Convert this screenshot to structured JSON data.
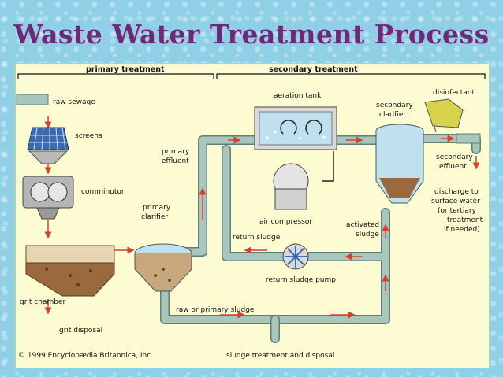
{
  "title": "Waste Water Treatment Process",
  "headers": {
    "primary": "primary treatment",
    "secondary": "secondary treatment"
  },
  "labels": {
    "raw_sewage": "raw sewage",
    "screens": "screens",
    "comminutor": "comminutor",
    "grit_chamber": "grit chamber",
    "grit_disposal": "grit disposal",
    "primary_clarifier_1": "primary",
    "primary_clarifier_2": "clarifier",
    "primary_effluent_1": "primary",
    "primary_effluent_2": "effluent",
    "aeration_tank": "aeration tank",
    "air_compressor": "air compressor",
    "return_sludge": "return sludge",
    "return_sludge_pump": "return sludge pump",
    "raw_primary_sludge": "raw or primary sludge",
    "sludge_treatment": "sludge treatment and disposal",
    "secondary_clarifier_1": "secondary",
    "secondary_clarifier_2": "clarifier",
    "disinfectant": "disinfectant",
    "secondary_effluent_1": "secondary",
    "secondary_effluent_2": "effluent",
    "activated_sludge_1": "activated",
    "activated_sludge_2": "sludge",
    "discharge_1": "discharge to",
    "discharge_2": "surface water",
    "discharge_3": "(or tertiary",
    "discharge_4": "treatment",
    "discharge_5": "if needed)"
  },
  "copyright": "© 1999 Encyclopædia Britannica, Inc.",
  "colors": {
    "title": "#6a2a7a",
    "panel": "#fdfbd2",
    "pipe": "#a9c6bd",
    "pipe_edge": "#5f7f78",
    "arrow": "#d8402a",
    "sludge": "#9a6a3e",
    "water": "#bfe0ee"
  }
}
